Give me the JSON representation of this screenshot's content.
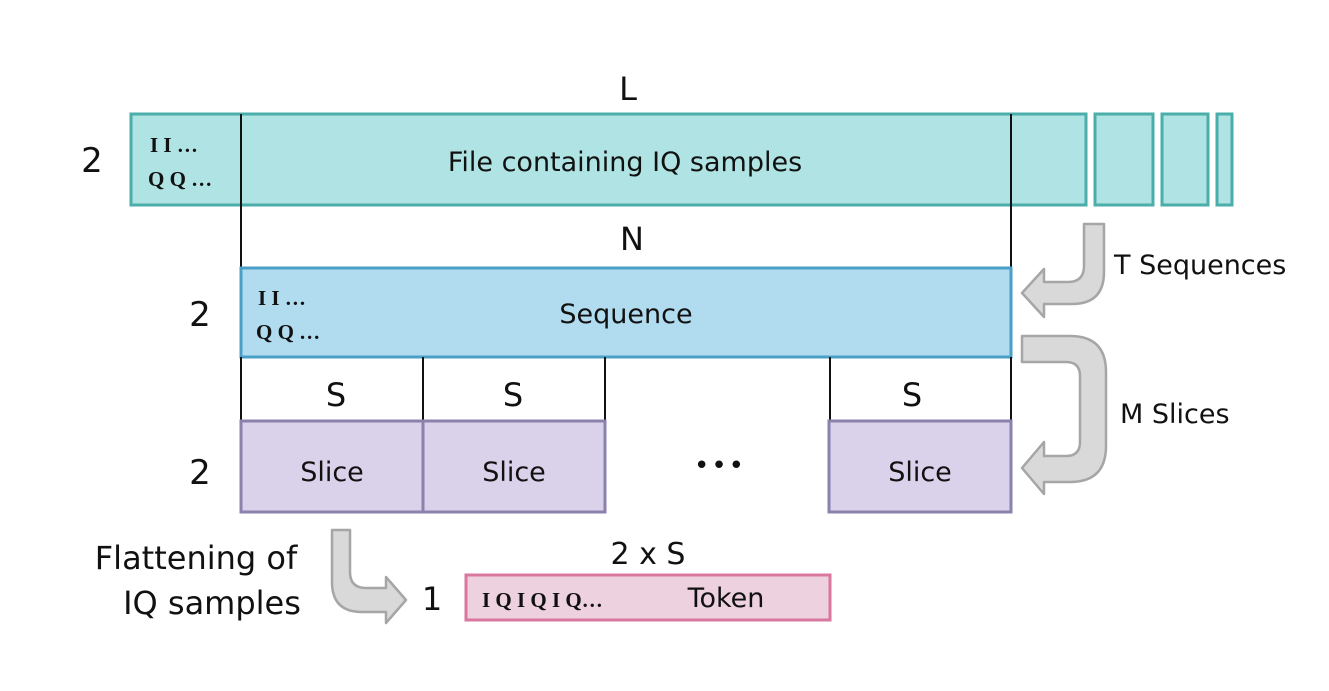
{
  "file": {
    "length_label": "L",
    "rows_label": "2",
    "iq_row1": "I  I …",
    "iq_row2": "Q Q …",
    "label": "File containing IQ samples"
  },
  "sequence": {
    "length_label": "N",
    "rows_label": "2",
    "iq_row1": "I  I …",
    "iq_row2": "Q Q …",
    "label": "Sequence",
    "count_label": "T Sequences"
  },
  "slices": {
    "length_label": "S",
    "rows_label": "2",
    "label": "Slice",
    "ellipsis": "•••",
    "count_label": "M Slices"
  },
  "token": {
    "length_label": "2 x S",
    "rows_label": "1",
    "iq_text": "I Q I Q I Q…",
    "label": "Token",
    "flatten_line1": "Flattening of",
    "flatten_line2": "IQ samples"
  },
  "colors": {
    "file_fill": "#b0e3e3",
    "file_stroke": "#4aaeab",
    "sequence_fill": "#b1dcef",
    "sequence_stroke": "#4a9fc7",
    "slice_fill": "#dad2ea",
    "slice_stroke": "#8a82ac",
    "token_fill": "#edd1de",
    "token_stroke": "#d9779f",
    "arrow_fill": "#d9d9d9",
    "arrow_stroke": "#a6a6a6"
  }
}
